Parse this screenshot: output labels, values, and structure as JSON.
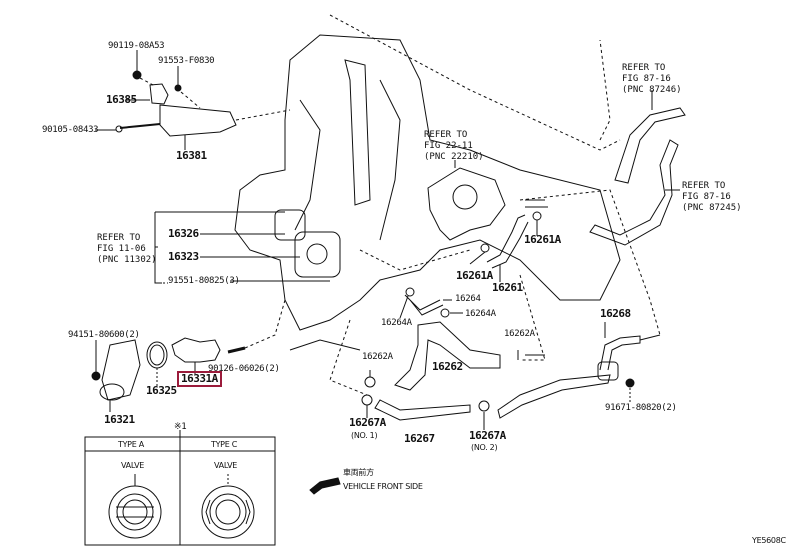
{
  "highlight_color": "#9b1b3b",
  "callouts": {
    "bolt_top": "90119-08A53",
    "screw_top": "91553-F0830",
    "bracket_small": "16385",
    "bolt_long": "90105-08433",
    "bracket": "16381",
    "gasket_16326": "16326",
    "housing_16323": "16323",
    "stud_91551": "91551-80825(3)",
    "nut_94151": "94151-80600(2)",
    "inlet_16321": "16321",
    "gasket_16325": "16325",
    "thermostat": "16331A",
    "stud_90126": "90126-06026(2)",
    "clamp_16261A_a": "16261A",
    "clamp_16261A_b": "16261A",
    "hose_16261": "16261",
    "hose_16264": "16264",
    "clamp_16264A_a": "16264A",
    "clamp_16264A_b": "16264A",
    "clamp_16262A_a": "16262A",
    "clamp_16262A_b": "16262A",
    "hose_16262": "16262",
    "clamp_16267A_1": "16267A",
    "clamp_16267A_1_no": "(NO. 1)",
    "hose_16267": "16267",
    "clamp_16267A_2": "16267A",
    "clamp_16267A_2_no": "(NO. 2)",
    "hose_16268": "16268",
    "bolt_91671": "91671-80820(2)",
    "note_mark": "※1"
  },
  "references": {
    "fig_11_06": [
      "REFER TO",
      "FIG 11-06",
      "(PNC 11302)"
    ],
    "fig_22_11": [
      "REFER TO",
      "FIG 22-11",
      "(PNC 22210)"
    ],
    "fig_87_16_a": [
      "REFER TO",
      "FIG 87-16",
      "(PNC 87246)"
    ],
    "fig_87_16_b": [
      "REFER TO",
      "FIG 87-16",
      "(PNC 87245)"
    ]
  },
  "type_table": {
    "type_a": "TYPE A",
    "type_c": "TYPE C",
    "valve_a": "VALVE",
    "valve_c": "VALVE"
  },
  "front_indicator": {
    "jp": "車両前方",
    "en": "VEHICLE FRONT SIDE"
  },
  "figure_code": "YE5608C"
}
